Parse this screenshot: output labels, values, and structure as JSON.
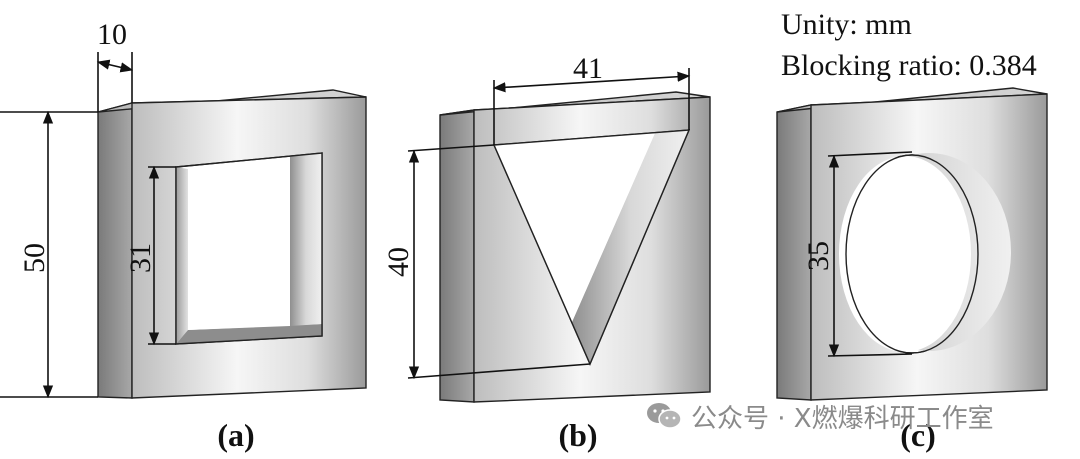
{
  "info": {
    "unity": "Unity: mm",
    "blocking_ratio": "Blocking ratio: 0.384"
  },
  "panels": [
    {
      "caption": "(a)",
      "dims": {
        "thickness": "10",
        "outer": "50",
        "inner": "31"
      }
    },
    {
      "caption": "(b)",
      "dims": {
        "top": "41",
        "height": "40"
      }
    },
    {
      "caption": "(c)",
      "dims": {
        "diameter": "35"
      }
    }
  ],
  "watermark": {
    "text": "公众号 · X燃爆科研工作室",
    "icon": "wechat-icon"
  }
}
